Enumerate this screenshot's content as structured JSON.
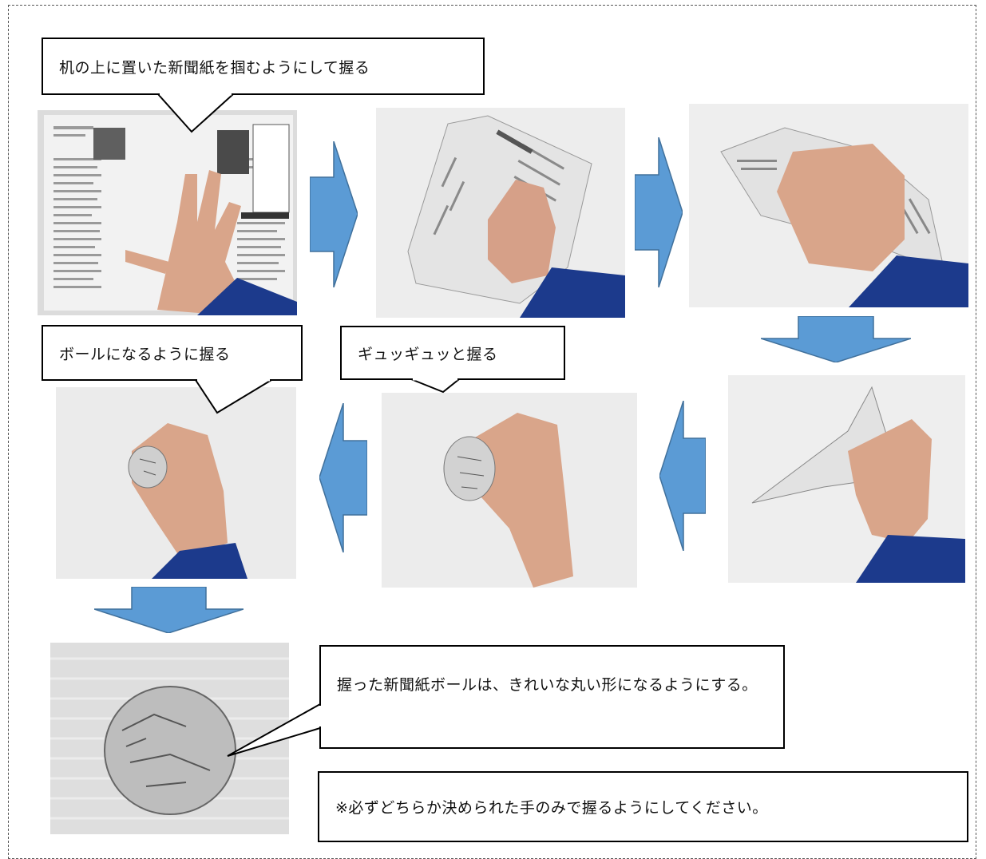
{
  "steps": {
    "step1_caption": "机の上に置いた新聞紙を掴むようにして握る",
    "step5_caption": "ギュッギュッと握る",
    "step6_caption": "ボールになるように握る",
    "final_caption": "握った新聞紙ボールは、きれいな丸い形になるようにする。",
    "note": "※必ずどちらか決められた手のみで握るようにしてください。"
  },
  "colors": {
    "arrow_fill": "#5b9bd5",
    "arrow_stroke": "#41719c",
    "sleeve": "#1c3a8c",
    "skin": "#d9a58a",
    "paper": "#e6e6e6"
  }
}
